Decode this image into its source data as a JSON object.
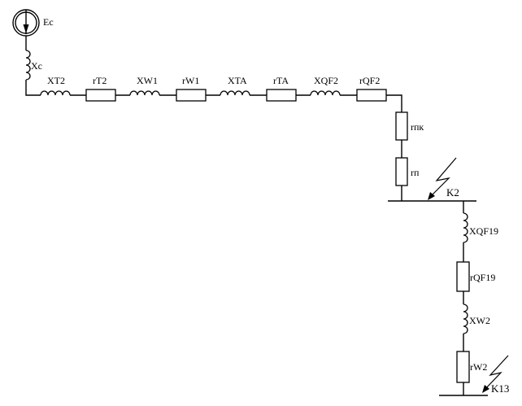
{
  "source": {
    "label": "Ec"
  },
  "elements": {
    "xc": "Xc",
    "xt2": "XT2",
    "rt2": "rT2",
    "xw1": "XW1",
    "rw1": "rW1",
    "xta": "XTA",
    "rta": "rTA",
    "xqf2": "XQF2",
    "rqf2": "rQF2",
    "rpk": "rпк",
    "rp": "rп",
    "xqf19": "XQF19",
    "rqf19": "rQF19",
    "xw2": "XW2",
    "rw2": "rW2"
  },
  "faults": {
    "k2": "K2",
    "k13": "K13"
  }
}
